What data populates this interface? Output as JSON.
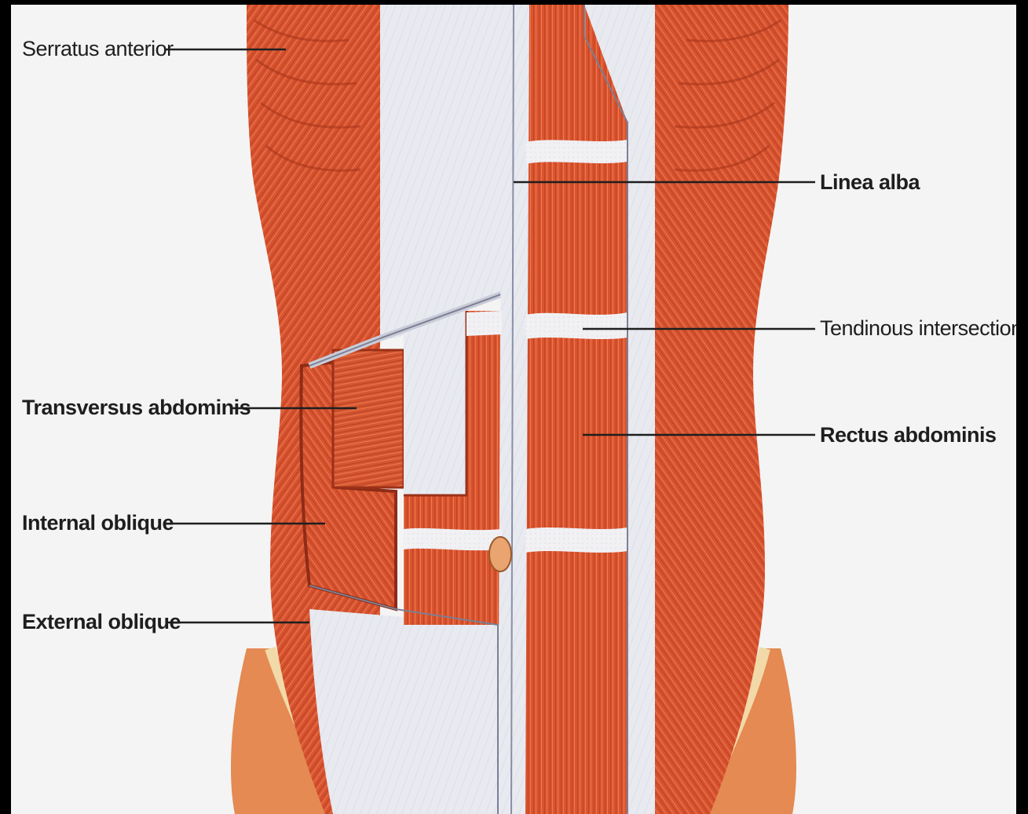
{
  "labels": {
    "serratus_anterior": "Serratus anterior",
    "linea_alba": "Linea alba",
    "tendinous_intersection": "Tendinous intersection",
    "transversus_abdominis": "Transversus abdominis",
    "rectus_abdominis": "Rectus abdominis",
    "internal_oblique": "Internal oblique",
    "external_oblique": "External oblique"
  },
  "colors": {
    "muscle": "#d9542f",
    "muscle_dark": "#b83a1e",
    "fascia": "#e6e8ee",
    "skin": "#e58a52",
    "background": "#f4f4f4",
    "frame": "#000000",
    "leader_line": "#1e1e1e"
  }
}
